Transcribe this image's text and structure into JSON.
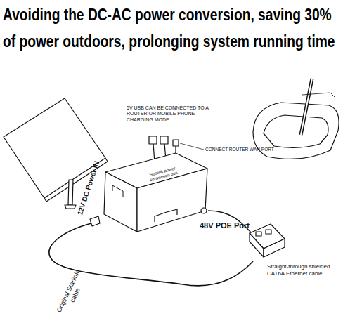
{
  "diagram": {
    "title": "Avoiding the DC-AC power conversion, saving 30% of power outdoors, prolonging system running time",
    "nodes": [
      {
        "text": [
          "Starlink power conversion box"
        ]
      }
    ],
    "labels": [
      "5V USB CAN BE CONNECTED TO A ROUTER OR MOBILE PHONE CHARGING MODE",
      "CONNECT ROUTER WAN PORT",
      "12V DC Power IN",
      "48V POE Port",
      "Straight-through shielded CAT6A Ethernet cable",
      "Original Starlink cable"
    ]
  }
}
